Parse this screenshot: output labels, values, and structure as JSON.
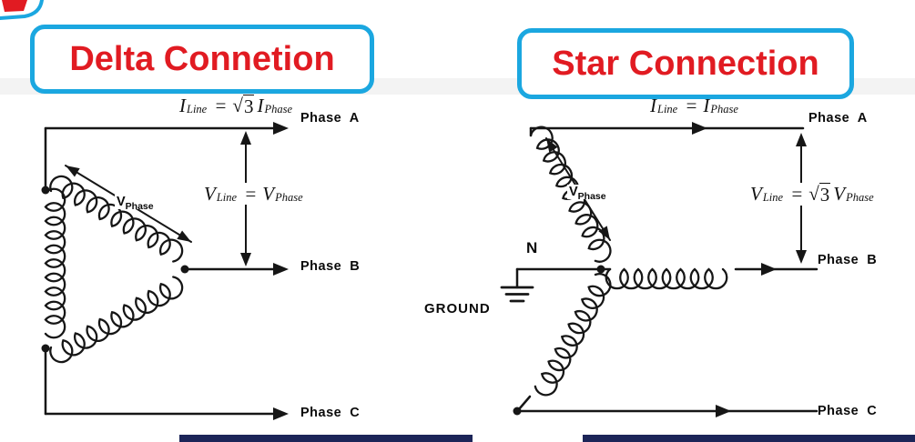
{
  "header": {
    "delta_title": "Delta Connetion",
    "star_title": "Star Connection"
  },
  "delta": {
    "current_formula": {
      "lhs": "I",
      "lhs_sub": "Line",
      "eq": "=",
      "radical": "√",
      "radicand": "3",
      "rhs": "I",
      "rhs_sub": "Phase"
    },
    "voltage_formula": {
      "lhs": "V",
      "lhs_sub": "Line",
      "eq": "=",
      "rhs": "V",
      "rhs_sub": "Phase"
    },
    "winding_voltage": {
      "base": "V",
      "sub": "Phase"
    },
    "phase_a": "Phase  A",
    "phase_b": "Phase  B",
    "phase_c": "Phase  C"
  },
  "star": {
    "current_formula": {
      "lhs": "I",
      "lhs_sub": "Line",
      "eq": "=",
      "rhs": "I",
      "rhs_sub": "Phase"
    },
    "voltage_formula": {
      "lhs": "V",
      "lhs_sub": "Line",
      "eq": "=",
      "radical": "√",
      "radicand": "3",
      "rhs": "V",
      "rhs_sub": "Phase"
    },
    "winding_voltage": {
      "base": "V",
      "sub": "Phase"
    },
    "neutral_label": "N",
    "ground_label": "GROUND",
    "phase_a": "Phase  A",
    "phase_b": "Phase  B",
    "phase_c": "Phase  C"
  },
  "colors": {
    "accent_blue": "#1ba7e0",
    "accent_red": "#e11b22",
    "line": "#111111",
    "footer_bar": "#1c2558"
  }
}
